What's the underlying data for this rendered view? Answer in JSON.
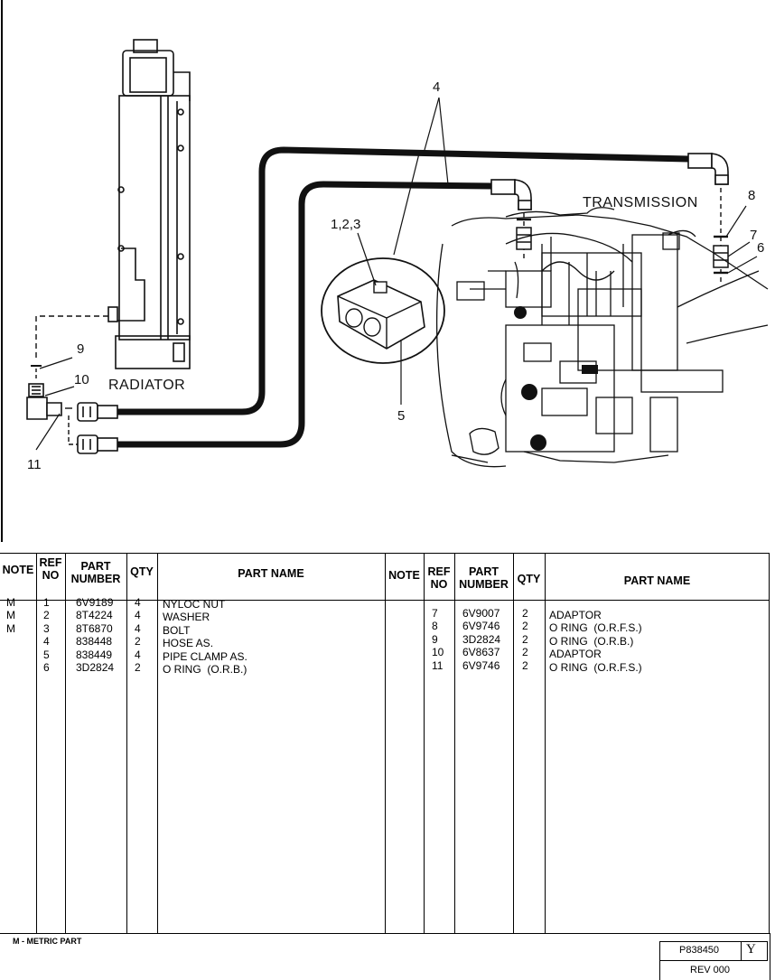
{
  "diagram": {
    "labels": {
      "radiator": "RADIATOR",
      "transmission": "TRANSMISSION",
      "callout_4": "4",
      "callout_123": "1,2,3",
      "callout_5": "5",
      "callout_6": "6",
      "callout_7": "7",
      "callout_8": "8",
      "callout_9": "9",
      "callout_10": "10",
      "callout_11": "11"
    }
  },
  "table": {
    "headers": {
      "note": "NOTE",
      "ref_no_1": "REF",
      "ref_no_2": "NO",
      "part_number_1": "PART",
      "part_number_2": "NUMBER",
      "qty": "QTY",
      "part_name": "PART NAME"
    },
    "left": {
      "notes": "M\nM\nM",
      "refs": "1\n2\n3\n4\n5\n6",
      "parts": "6V9189\n8T4224\n8T6870\n838448\n838449\n3D2824",
      "qtys": "4\n4\n4\n2\n4\n2",
      "names": "NYLOC NUT\nWASHER\nBOLT\nHOSE AS.\nPIPE CLAMP AS.\nO RING  (O.R.B.)"
    },
    "right": {
      "notes": "",
      "refs": "7\n8\n9\n10\n11",
      "parts": "6V9007\n6V9746\n3D2824\n6V8637\n6V9746",
      "qtys": "2\n2\n2\n2\n2",
      "names": "ADAPTOR\nO RING  (O.R.F.S.)\nO RING  (O.R.B.)\nADAPTOR\nO RING  (O.R.F.S.)"
    }
  },
  "footer": {
    "legend": "M - METRIC PART",
    "part_id": "P838450",
    "rev_letter": "Y",
    "rev": "REV 000"
  }
}
